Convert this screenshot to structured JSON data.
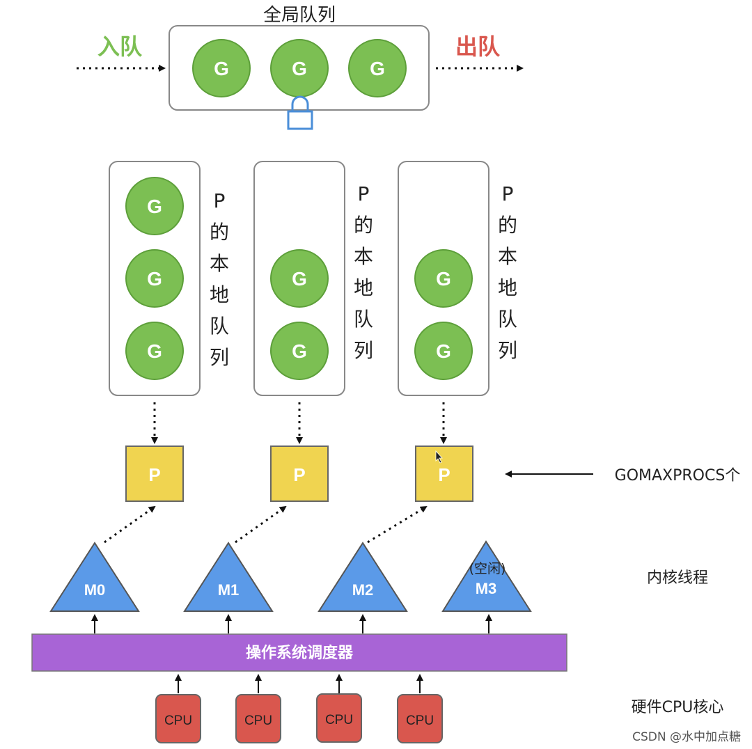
{
  "global_queue": {
    "title": "全局队列",
    "enqueue_label": "入队",
    "dequeue_label": "出队",
    "g_items": [
      "G",
      "G",
      "G"
    ]
  },
  "local_queues": [
    {
      "label_chars": [
        "P",
        "的",
        "本",
        "地",
        "队",
        "列"
      ],
      "g_items": [
        "G",
        "G",
        "G"
      ]
    },
    {
      "label_chars": [
        "P",
        "的",
        "本",
        "地",
        "队",
        "列"
      ],
      "g_items": [
        "G",
        "G"
      ]
    },
    {
      "label_chars": [
        "P",
        "的",
        "本",
        "地",
        "队",
        "列"
      ],
      "g_items": [
        "G",
        "G"
      ]
    }
  ],
  "processors": [
    "P",
    "P",
    "P"
  ],
  "gomaxprocs_label": "GOMAXPROCS个",
  "kernel_threads": [
    {
      "label": "M0",
      "note": ""
    },
    {
      "label": "M1",
      "note": ""
    },
    {
      "label": "M2",
      "note": ""
    },
    {
      "label": "M3",
      "note": "(空闲)"
    }
  ],
  "kernel_threads_label": "内核线程",
  "os_scheduler_label": "操作系统调度器",
  "cpus": [
    "CPU",
    "CPU",
    "CPU",
    "CPU"
  ],
  "hardware_label": "硬件CPU核心",
  "watermark": "CSDN @水中加点糖",
  "colors": {
    "goroutine": "#7cbf53",
    "processor": "#f0d450",
    "thread": "#5b9ae8",
    "scheduler": "#a864d6",
    "cpu": "#d9574e",
    "enqueue": "#7cbf53",
    "dequeue": "#d9574e",
    "lock": "#4a8ed8"
  }
}
